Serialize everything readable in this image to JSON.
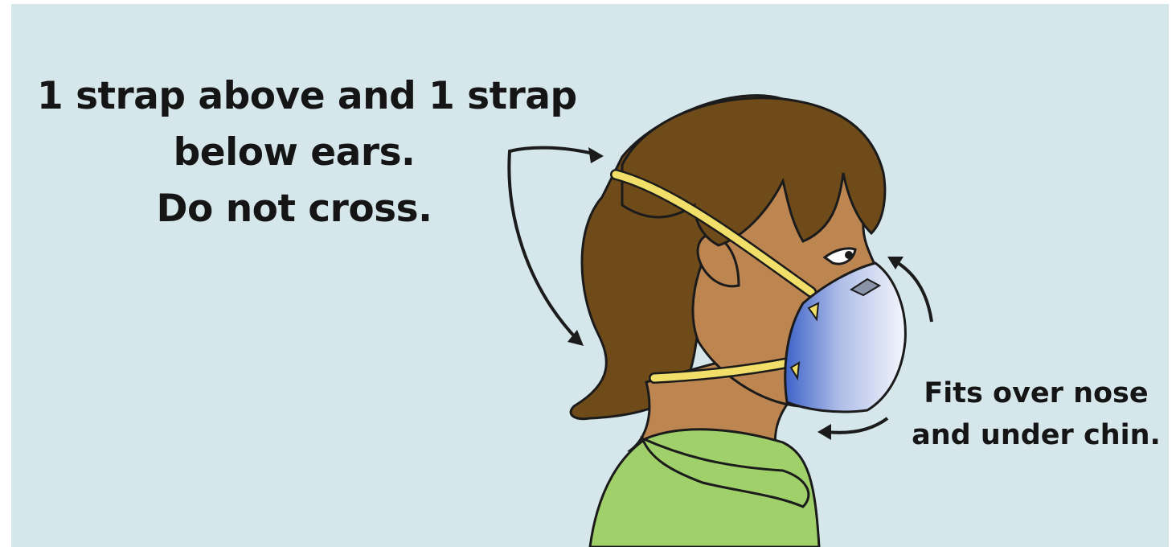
{
  "strap_instruction": {
    "line1": "1 strap above and 1 strap",
    "line2": "below ears.",
    "line3": "Do not cross."
  },
  "fit_instruction": {
    "line1": "Fits over nose",
    "line2": "and under chin."
  },
  "colors": {
    "background": "#d6e7ec",
    "hair": "#704b1a",
    "skin": "#bd8550",
    "shirt": "#9fd06a",
    "strap": "#f1df6a",
    "mask": "#e6ecf8",
    "mask_shade": "#3d63c8"
  }
}
